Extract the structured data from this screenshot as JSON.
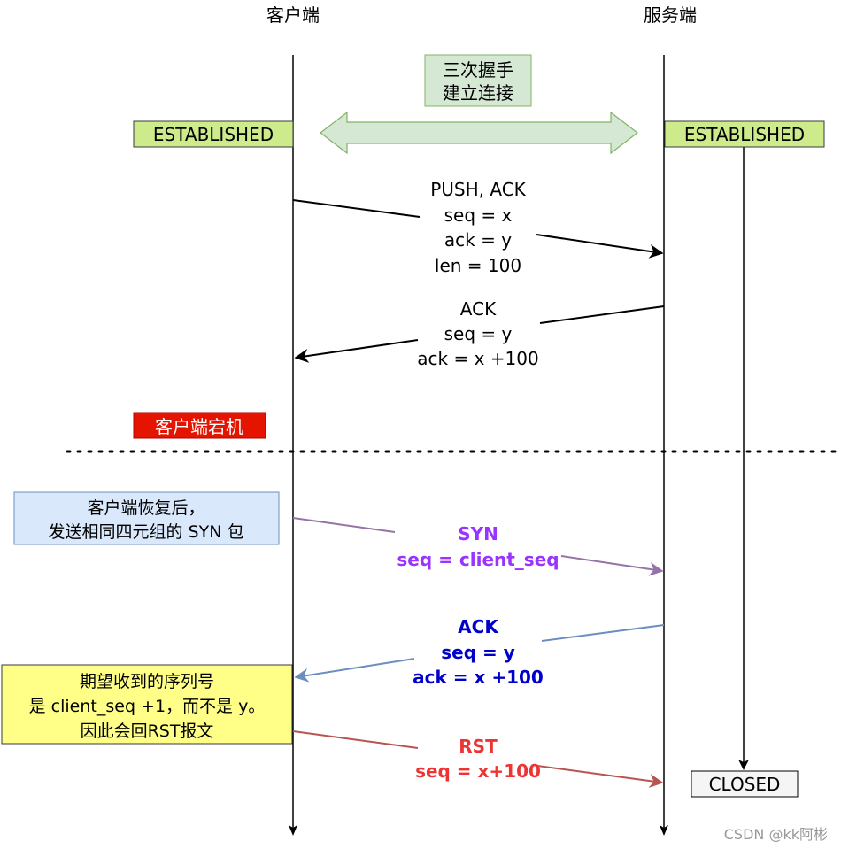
{
  "actors": {
    "client": "客户端",
    "server": "服务端"
  },
  "handshake": {
    "line1": "三次握手",
    "line2": "建立连接"
  },
  "states": {
    "client_established": "ESTABLISHED",
    "server_established": "ESTABLISHED",
    "server_closed": "CLOSED"
  },
  "crash_label": "客户端宕机",
  "messages": {
    "push": [
      "PUSH, ACK",
      "seq = x",
      "ack = y",
      "len = 100"
    ],
    "ack1": [
      "ACK",
      "seq = y",
      "ack = x +100"
    ],
    "syn": [
      "SYN",
      "seq = client_seq"
    ],
    "ack2": [
      "ACK",
      "seq = y",
      "ack = x +100"
    ],
    "rst": [
      "RST",
      "seq = x+100"
    ]
  },
  "notes": {
    "recover": [
      "客户端恢复后，",
      "发送相同四元组的 SYN 包"
    ],
    "expect": [
      "期望收到的序列号",
      "是 client_seq +1，而不是 y。",
      "因此会回RST报文"
    ]
  },
  "watermark": "CSDN @kk阿彬",
  "colors": {
    "purple": "#9933ff",
    "blue": "#0000cc",
    "red": "#ee3333",
    "line_purple": "#9673a6",
    "line_blue": "#6c8ebf",
    "line_red": "#b85450",
    "green_fill": "#cdeb8b",
    "green_stroke": "#36393d",
    "handshake_fill": "#d5e8d4",
    "handshake_stroke": "#82b366",
    "crash_fill": "#e51400",
    "note_blue_fill": "#dae8fc",
    "note_blue_stroke": "#6c8ebf",
    "note_yellow_fill": "#ffff88",
    "note_yellow_stroke": "#36393d"
  }
}
